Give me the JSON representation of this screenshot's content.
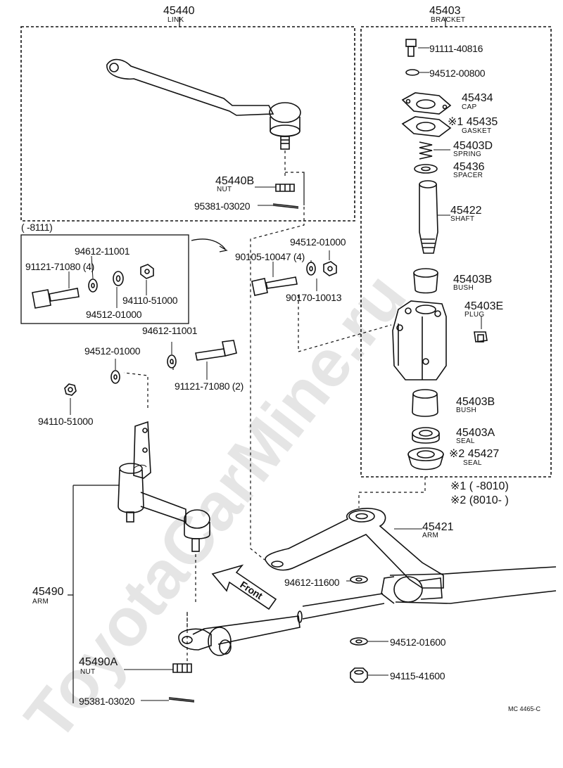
{
  "watermark": "ToyotaCarMine.ru",
  "figure_code": "MC 4465-C",
  "groups": {
    "link": {
      "number": "45440",
      "name": "LINK",
      "range": "(      -8111)"
    },
    "bracket": {
      "number": "45403",
      "name": "BRACKET"
    },
    "arm_assy": {
      "number": "45490",
      "name": "ARM"
    }
  },
  "notes": {
    "n1": "※1 (       -8010)",
    "n2": "※2 (8010-        )"
  },
  "front": "Front",
  "parts": {
    "p1": {
      "number": "91111-40816"
    },
    "p2": {
      "number": "94512-00800"
    },
    "p3": {
      "number": "45434",
      "name": "CAP"
    },
    "p4": {
      "number": "※1 45435",
      "name": "GASKET"
    },
    "p5": {
      "number": "45403D",
      "name": "SPRING"
    },
    "p6": {
      "number": "45436",
      "name": "SPACER"
    },
    "p7": {
      "number": "45422",
      "name": "SHAFT"
    },
    "p8": {
      "number": "45403B",
      "name": "BUSH"
    },
    "p9": {
      "number": "45403E",
      "name": "PLUG"
    },
    "p10": {
      "number": "45403B",
      "name": "BUSH"
    },
    "p11": {
      "number": "45403A",
      "name": "SEAL"
    },
    "p12": {
      "number": "※2 45427",
      "name": "SEAL"
    },
    "p13": {
      "number": "45421",
      "name": "ARM"
    },
    "p14": {
      "number": "94612-11600"
    },
    "p15": {
      "number": "94512-01600"
    },
    "p16": {
      "number": "94115-41600"
    },
    "p17": {
      "number": "45440B",
      "name": "NUT"
    },
    "p18": {
      "number": "95381-03020"
    },
    "p19": {
      "number": "94512-01000"
    },
    "p20": {
      "number": "90105-10047 (4)"
    },
    "p21": {
      "number": "90170-10013"
    },
    "p22": {
      "number": "94612-11001"
    },
    "p23": {
      "number": "91121-71080 (4)"
    },
    "p24": {
      "number": "94110-51000"
    },
    "p25": {
      "number": "94512-01000"
    },
    "p26": {
      "number": "94612-11001"
    },
    "p27": {
      "number": "94512-01000"
    },
    "p28": {
      "number": "91121-71080 (2)"
    },
    "p29": {
      "number": "94110-51000"
    },
    "p30": {
      "number": "45490A",
      "name": "NUT"
    },
    "p31": {
      "number": "95381-03020"
    }
  }
}
